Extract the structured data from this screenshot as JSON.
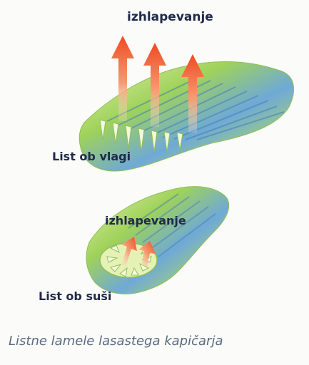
{
  "labels": {
    "evaporation_top": "izhlapevanje",
    "leaf_wet": "List ob vlagi",
    "evaporation_bottom": "izhlapevanje",
    "leaf_dry": "List ob suši"
  },
  "caption": "Listne lamele lasastega kapičarja",
  "colors": {
    "arrow": "#ef4a22",
    "leaf_green": "#7cc445",
    "leaf_light": "#dcec9a",
    "leaf_blue": "#5f9fd0",
    "text": "#1f2a4a"
  }
}
